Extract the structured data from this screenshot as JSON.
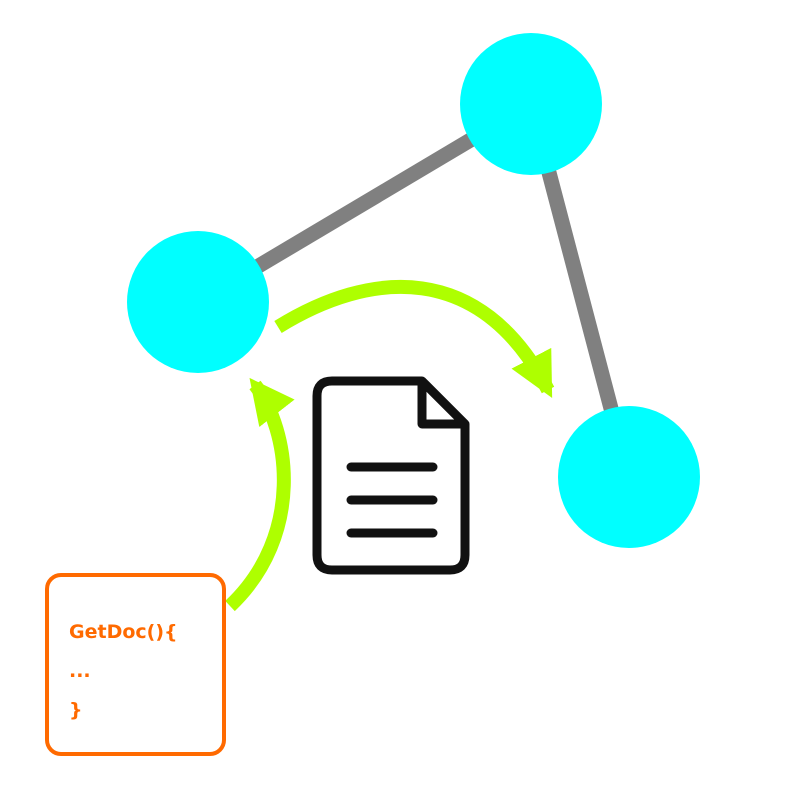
{
  "diagram": {
    "nodes": [
      {
        "id": "node-top"
      },
      {
        "id": "node-left"
      },
      {
        "id": "node-right"
      }
    ],
    "edges": [
      {
        "from": "node-left",
        "to": "node-top"
      },
      {
        "from": "node-top",
        "to": "node-right"
      }
    ],
    "flows": [
      {
        "from": "code-box",
        "to": "node-left"
      },
      {
        "from": "node-left",
        "to": "node-right"
      }
    ],
    "document_icon": "document-icon",
    "code_box": {
      "lines": [
        "GetDoc(){",
        "...",
        "}"
      ]
    }
  },
  "colors": {
    "node_fill": "#00FFFF",
    "edge": "#808080",
    "flow_arrow": "#AEFF00",
    "code_accent": "#FF6A00",
    "document_stroke": "#111111"
  }
}
